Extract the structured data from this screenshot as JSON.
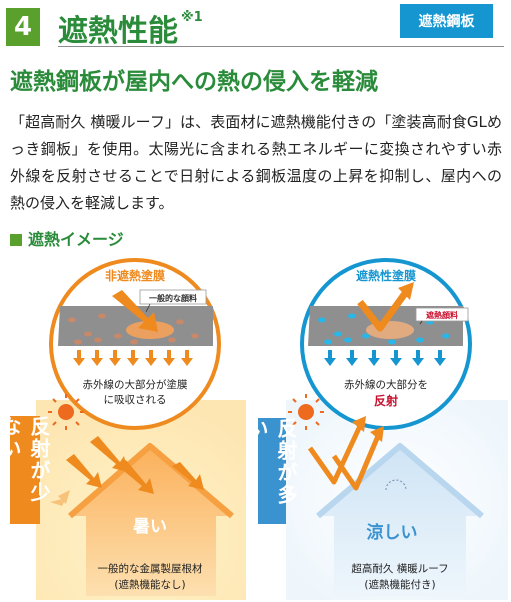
{
  "header": {
    "number": "4",
    "title": "遮熱性能",
    "footnote": "※1",
    "tag": "遮熱鋼板"
  },
  "headline": "遮熱鋼板が屋内への熱の侵入を軽減",
  "body": "「超高耐久 横暖ルーフ」は、表面材に遮熱機能付きの「塗装高耐食GLめっき鋼板」を使用。太陽光に含まれる熱エネルギーに変換されやすい赤外線を反射させることで日射による鋼板温度の上昇を抑制し、屋内への熱の侵入を軽減します。",
  "sub_heading": "遮熱イメージ",
  "left": {
    "circle_title": "非遮熱塗膜",
    "pigment_label": "一般的な顔料",
    "caption_line1": "赤外線の大部分が塗膜",
    "caption_line2": "に吸収される",
    "reflect_label": "反射が少ない",
    "house_word": "暑い",
    "roof_line1": "一般的な金属製屋根材",
    "roof_line2": "(遮熱機能なし)",
    "colors": {
      "accent": "#ee8a1e",
      "panel": "#8a8a8a"
    }
  },
  "right": {
    "circle_title": "遮熱性塗膜",
    "pigment_label": "遮熱顔料",
    "caption_line1": "赤外線の大部分を",
    "caption_line2": "反射",
    "reflect_label": "反射が多い",
    "house_word": "涼しい",
    "roof_line1": "超高耐久 横暖ルーフ",
    "roof_line2": "(遮熱機能付き)",
    "colors": {
      "accent": "#1596d1",
      "pigment": "#29b6e8"
    }
  }
}
